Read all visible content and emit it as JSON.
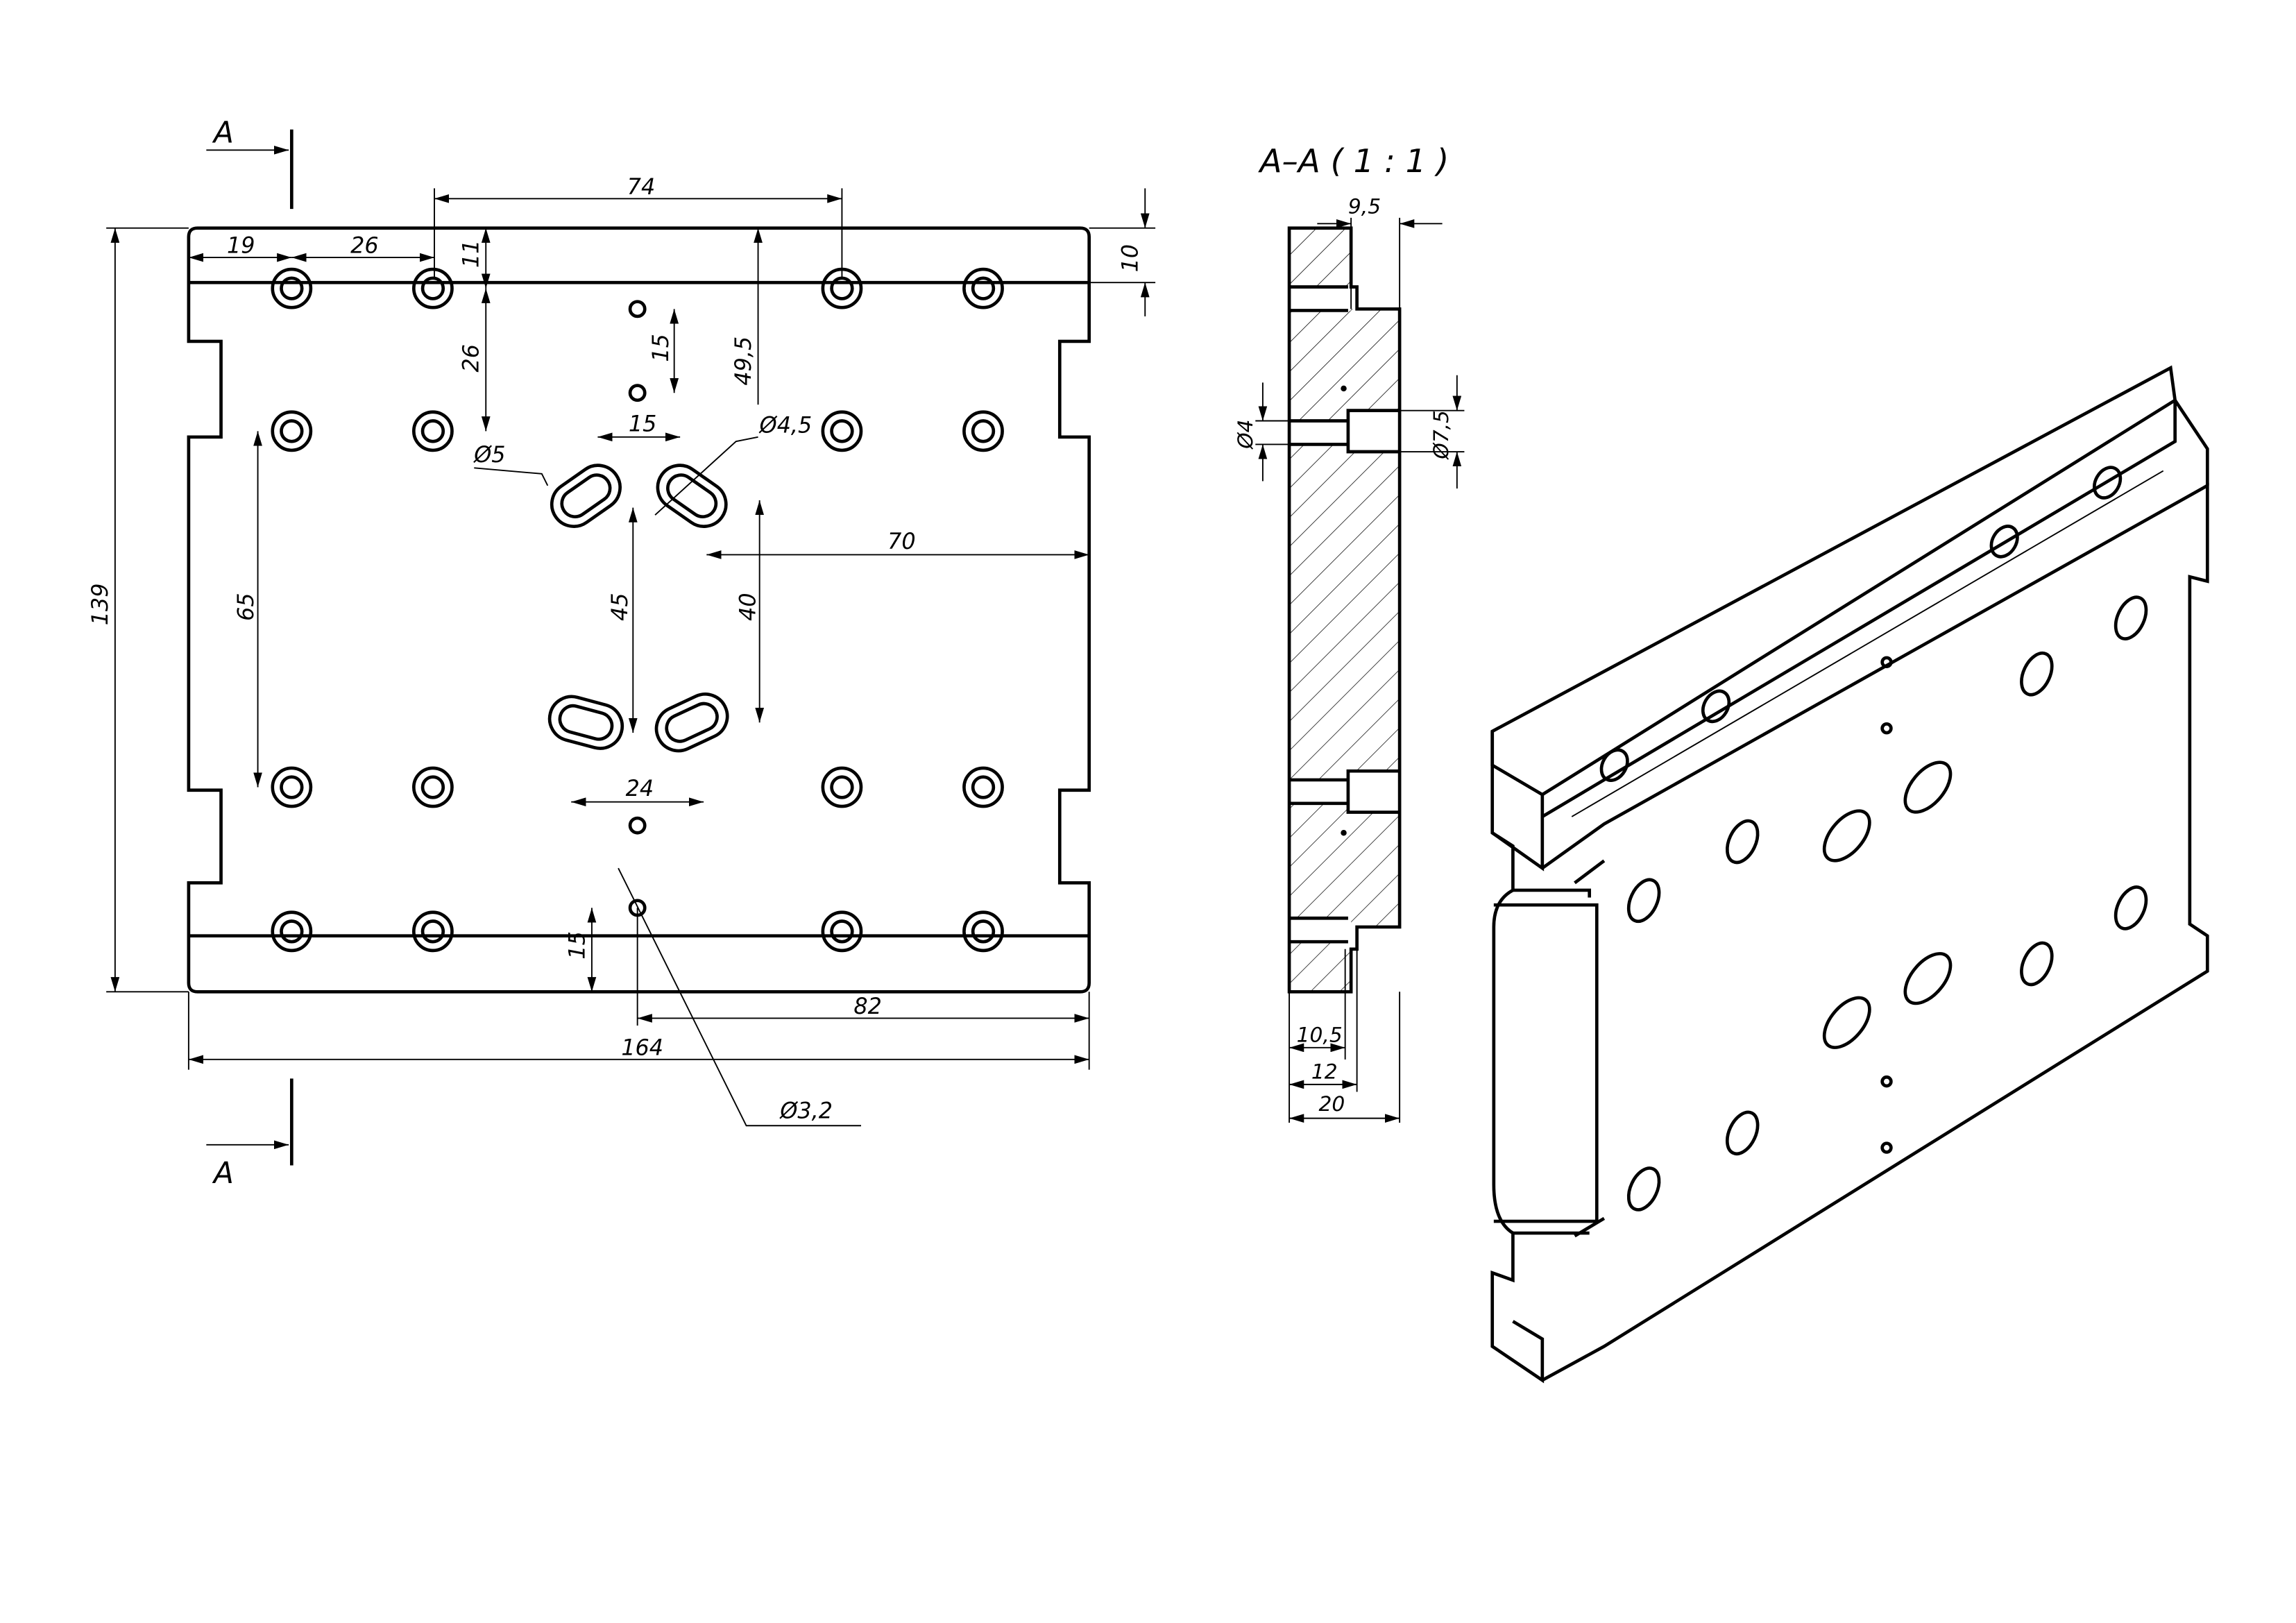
{
  "front_view": {
    "section_marker_top": "A",
    "section_marker_bottom": "A",
    "dimensions": {
      "d74": "74",
      "d19": "19",
      "d26_top": "26",
      "d11": "11",
      "d10": "10",
      "d139": "139",
      "d26_side": "26",
      "d15_small": "15",
      "d49_5": "49,5",
      "d15_slot": "15",
      "d_dia4_5": "Ø4,5",
      "d_dia5": "Ø5",
      "d70": "70",
      "d65": "65",
      "d45": "45",
      "d40": "40",
      "d24": "24",
      "d15_bottom": "15",
      "d82": "82",
      "d164": "164",
      "d_dia3_2": "Ø3,2"
    }
  },
  "section_view": {
    "title": "A–A ( 1 : 1 )",
    "dimensions": {
      "d9_5": "9,5",
      "d_dia4": "Ø4",
      "d_dia7_5": "Ø7,5",
      "d10_5": "10,5",
      "d12": "12",
      "d20": "20"
    }
  },
  "colors": {
    "line": "#000000",
    "background": "#ffffff"
  }
}
